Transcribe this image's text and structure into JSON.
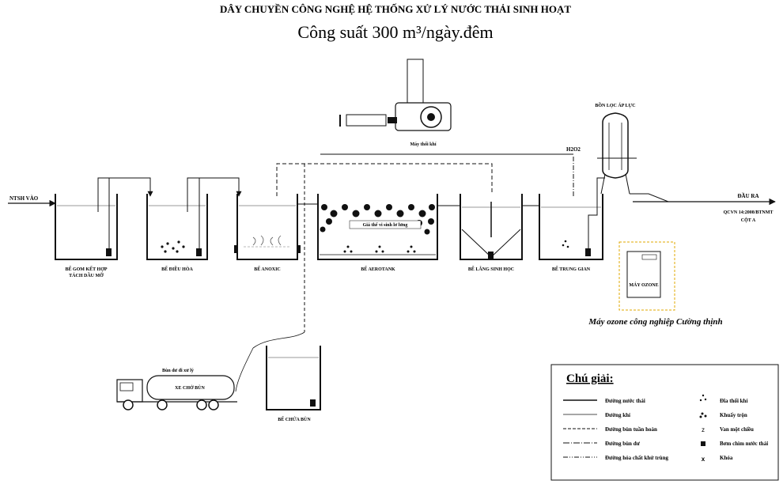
{
  "title": {
    "line1": "DÂY CHUYỀN CÔNG NGHỆ HỆ THỐNG XỬ LÝ NƯỚC THẢI  SINH HOẠT",
    "line2": "Công suất 300 m³/ngày.đêm"
  },
  "inlet_label": "NTSH VÀO",
  "outlet": {
    "label": "ĐẦU RA",
    "standard_line1": "QCVN 14:2008/BTNMT",
    "standard_line2": "CỘT A"
  },
  "equipment": {
    "blower": "Máy thổi khí",
    "pressure_filter": "BỒN LỌC ÁP LỰC",
    "h2o2": "H2O2",
    "ozone_box": "MÁY OZONE",
    "ozone_caption": "Máy ozone công nghiệp Cường thịnh",
    "truck_body": "XE CHỞ BÙN",
    "truck_note": "Bùn dư đi xử lý",
    "aerotank_note": "Giá thể vi sinh lơ lửng"
  },
  "tanks": [
    {
      "line1": "BỂ GOM KẾT HỢP",
      "line2": "TÁCH DẦU MỠ"
    },
    {
      "line1": "BỂ ĐIỀU HÒA",
      "line2": ""
    },
    {
      "line1": "BỂ ANOXIC",
      "line2": ""
    },
    {
      "line1": "BỂ AEROTANK",
      "line2": ""
    },
    {
      "line1": "BỂ LẮNG SINH HỌC",
      "line2": ""
    },
    {
      "line1": "BỂ TRUNG GIAN",
      "line2": ""
    },
    {
      "line1": "BỂ CHỨA BÙN",
      "line2": ""
    }
  ],
  "legend": {
    "title": "Chú giải:",
    "lines": [
      "Đường nước thải",
      "Đường khí",
      "Đường bùn tuần hoàn",
      "Đường bùn dư",
      "Đường hóa chất khử trùng"
    ],
    "symbols": [
      "Đĩa thổi khí",
      "Khuấy trộn",
      "Van một chiều",
      "Bơm chìm nước thải",
      "Khóa"
    ]
  }
}
